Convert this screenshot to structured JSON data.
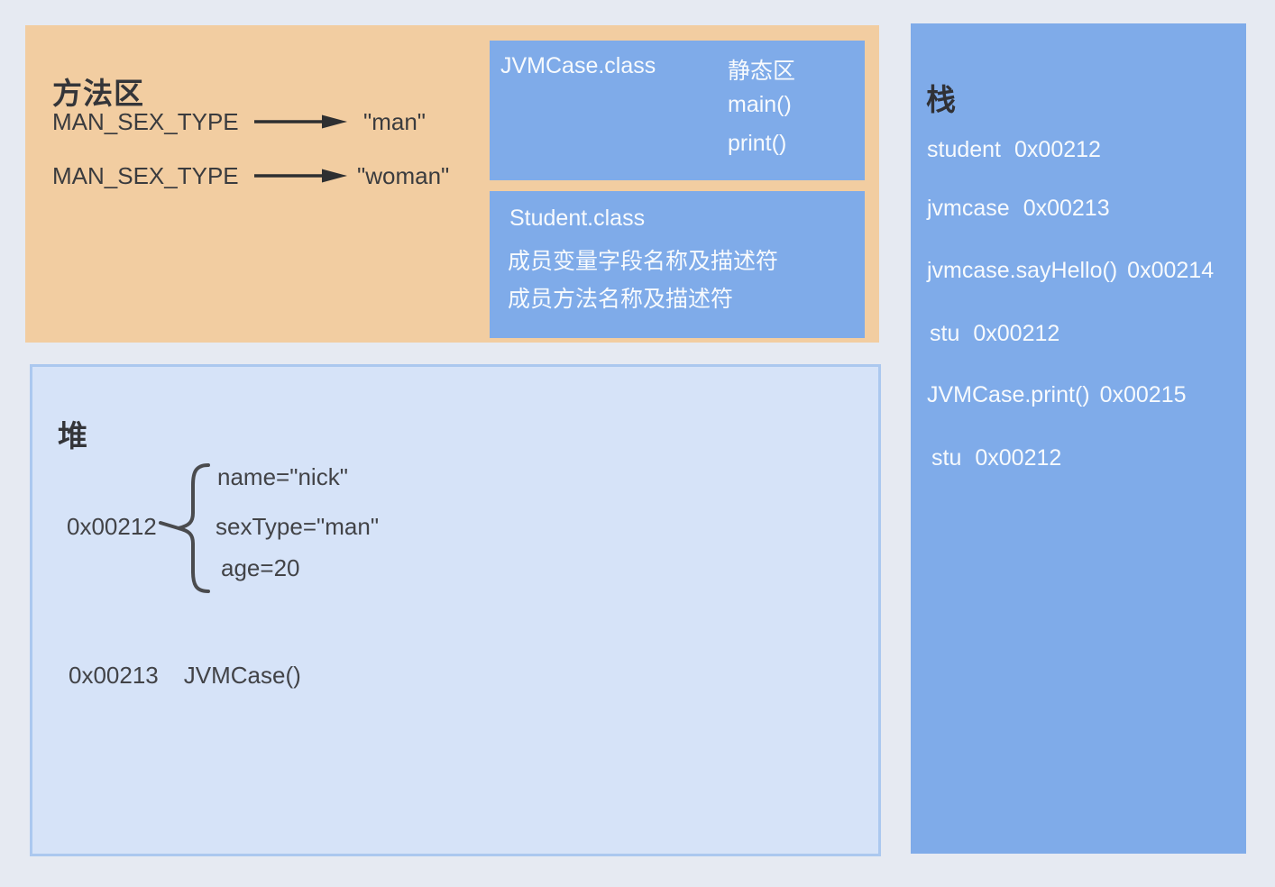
{
  "diagram": {
    "colors": {
      "background": "#e6eaf2",
      "method_area_bg": "#f2cda1",
      "class_box_bg": "#7fabe9",
      "heap_bg": "#d6e3f8",
      "heap_border": "#abc8ef",
      "stack_bg": "#7fabe9",
      "dark_text": "#3a3b3e",
      "light_text": "#f7fafd",
      "arrow": "#2e2f31"
    },
    "method_area": {
      "title": "方法区",
      "constants": [
        {
          "name": "MAN_SEX_TYPE",
          "value": "\"man\""
        },
        {
          "name": "MAN_SEX_TYPE",
          "value": "\"woman\""
        }
      ],
      "jvmcase_box": {
        "title": "JVMCase.class",
        "static_column": [
          "静态区",
          "main()",
          "print()"
        ]
      },
      "student_box": {
        "title": "Student.class",
        "lines": [
          "成员变量字段名称及描述符",
          "成员方法名称及描述符"
        ]
      }
    },
    "heap": {
      "title": "堆",
      "object": {
        "address": "0x00212",
        "fields": [
          "name=\"nick\"",
          "sexType=\"man\"",
          "age=20"
        ]
      },
      "entry": {
        "address": "0x00213",
        "value": "JVMCase()"
      }
    },
    "stack": {
      "title": "栈",
      "frames": [
        {
          "name": "student",
          "address": "0x00212"
        },
        {
          "name": "jvmcase",
          "address": "0x00213"
        },
        {
          "name": "jvmcase.sayHello()",
          "address": "0x00214"
        },
        {
          "name": "stu",
          "address": "0x00212"
        },
        {
          "name": "JVMCase.print()",
          "address": "0x00215"
        },
        {
          "name": "stu",
          "address": "0x00212"
        }
      ]
    }
  }
}
